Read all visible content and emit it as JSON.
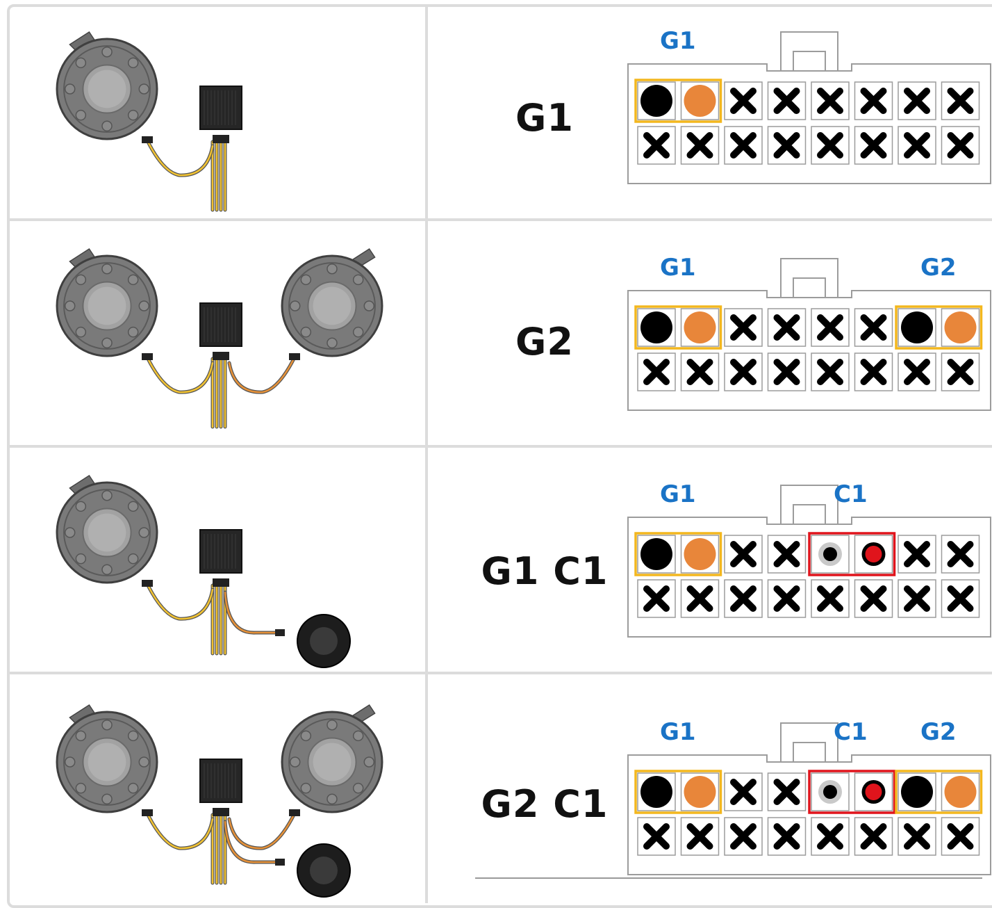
{
  "rows": [
    {
      "mode": "G1",
      "tags": [
        {
          "text": "G1",
          "slot": 0
        }
      ],
      "ports": {
        "g1": true,
        "c1": false,
        "g2": false
      },
      "picture": {
        "hub": true,
        "left_speaker": true,
        "right_speaker": false,
        "subwoofer": false
      }
    },
    {
      "mode": "G2",
      "tags": [
        {
          "text": "G1",
          "slot": 0
        },
        {
          "text": "G2",
          "slot": 6
        }
      ],
      "ports": {
        "g1": true,
        "c1": false,
        "g2": true
      },
      "picture": {
        "hub": true,
        "left_speaker": true,
        "right_speaker": true,
        "subwoofer": false
      }
    },
    {
      "mode": "G1 C1",
      "tags": [
        {
          "text": "G1",
          "slot": 0
        },
        {
          "text": "C1",
          "slot": 4
        }
      ],
      "ports": {
        "g1": true,
        "c1": true,
        "g2": false
      },
      "picture": {
        "hub": true,
        "left_speaker": true,
        "right_speaker": false,
        "subwoofer": true
      }
    },
    {
      "mode": "G2 C1",
      "tags": [
        {
          "text": "G1",
          "slot": 0
        },
        {
          "text": "C1",
          "slot": 4
        },
        {
          "text": "G2",
          "slot": 6
        }
      ],
      "ports": {
        "g1": true,
        "c1": true,
        "g2": true
      },
      "picture": {
        "hub": true,
        "left_speaker": true,
        "right_speaker": true,
        "subwoofer": true
      }
    }
  ],
  "connector": {
    "columns": 8,
    "rows": 2
  },
  "colors": {
    "pin_black": "#000000",
    "pin_orange": "#e8863a",
    "pin_red": "#e0141c",
    "pin_grey_ring": "#c9c9c9",
    "group_outline": "#f3b71e",
    "c1_outline": "#e0141c",
    "tag_text": "#1a73c6",
    "cross": "#000000",
    "wire_yellow": "#f1c232",
    "wire_orange": "#e69138"
  },
  "icons": {
    "unused_pin": "cross-icon",
    "active_pin": "filled-circle-icon",
    "speaker": "round-speaker-icon",
    "hub": "amplifier-hub-icon",
    "subwoofer": "subwoofer-icon"
  }
}
